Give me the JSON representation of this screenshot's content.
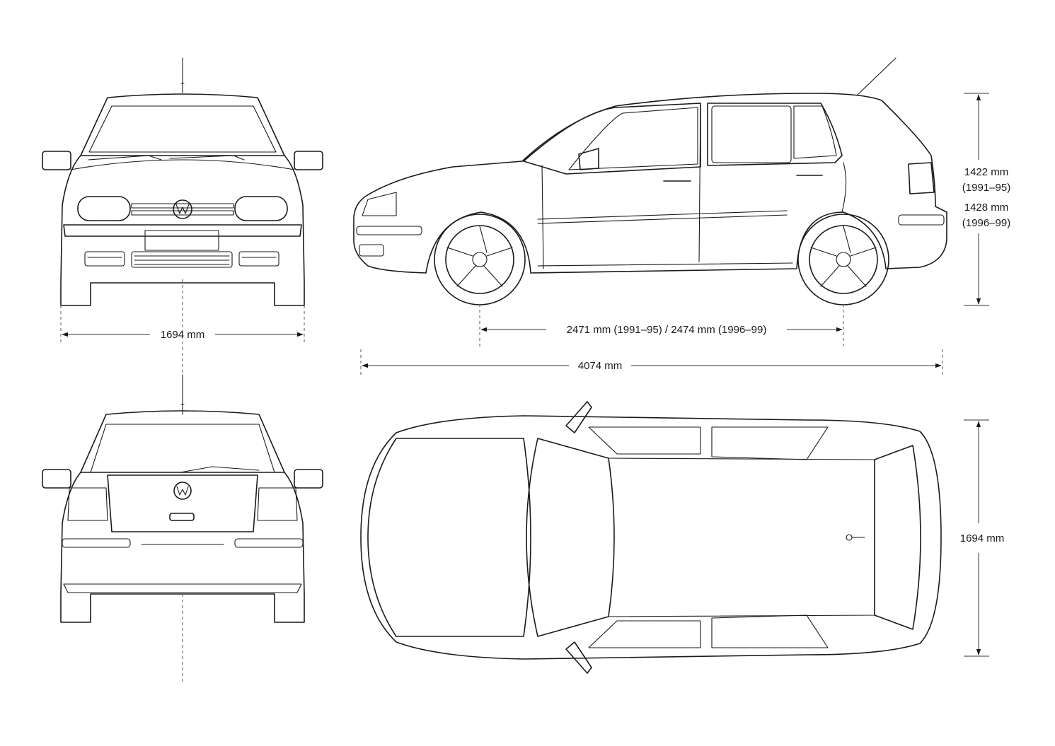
{
  "dimensions": {
    "front_width": "1694 mm",
    "height_line1": "1422 mm",
    "height_line2": "(1991–95)",
    "height_line3": "1428 mm",
    "height_line4": "(1996–99)",
    "wheelbase": "2471 mm (1991–95) / 2474 mm (1996–99)",
    "length": "4074 mm",
    "top_width": "1694 mm"
  },
  "views": [
    "front",
    "side",
    "rear",
    "top"
  ]
}
